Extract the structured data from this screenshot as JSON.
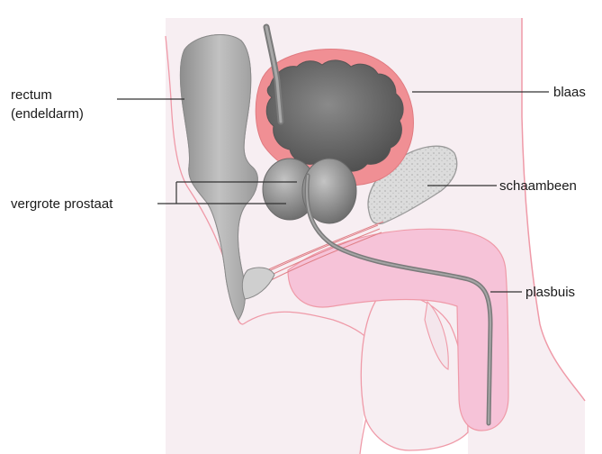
{
  "labels": {
    "rectum_line1": "rectum",
    "rectum_line2": "(endeldarm)",
    "bladder": "blaas",
    "prostate": "vergrote prostaat",
    "pubic_bone": "schaambeen",
    "urethra": "plasbuis"
  },
  "colors": {
    "background": "#ffffff",
    "body_tissue": "#f7eef2",
    "body_outline": "#ef9aa8",
    "bladder_wall": "#f08f94",
    "bladder_inner": "#6f6f6f",
    "organ_grey": "#9a9a9a",
    "penis_pink": "#f6c3d8",
    "bone": "#d8d8d8",
    "leader": "#333333"
  }
}
